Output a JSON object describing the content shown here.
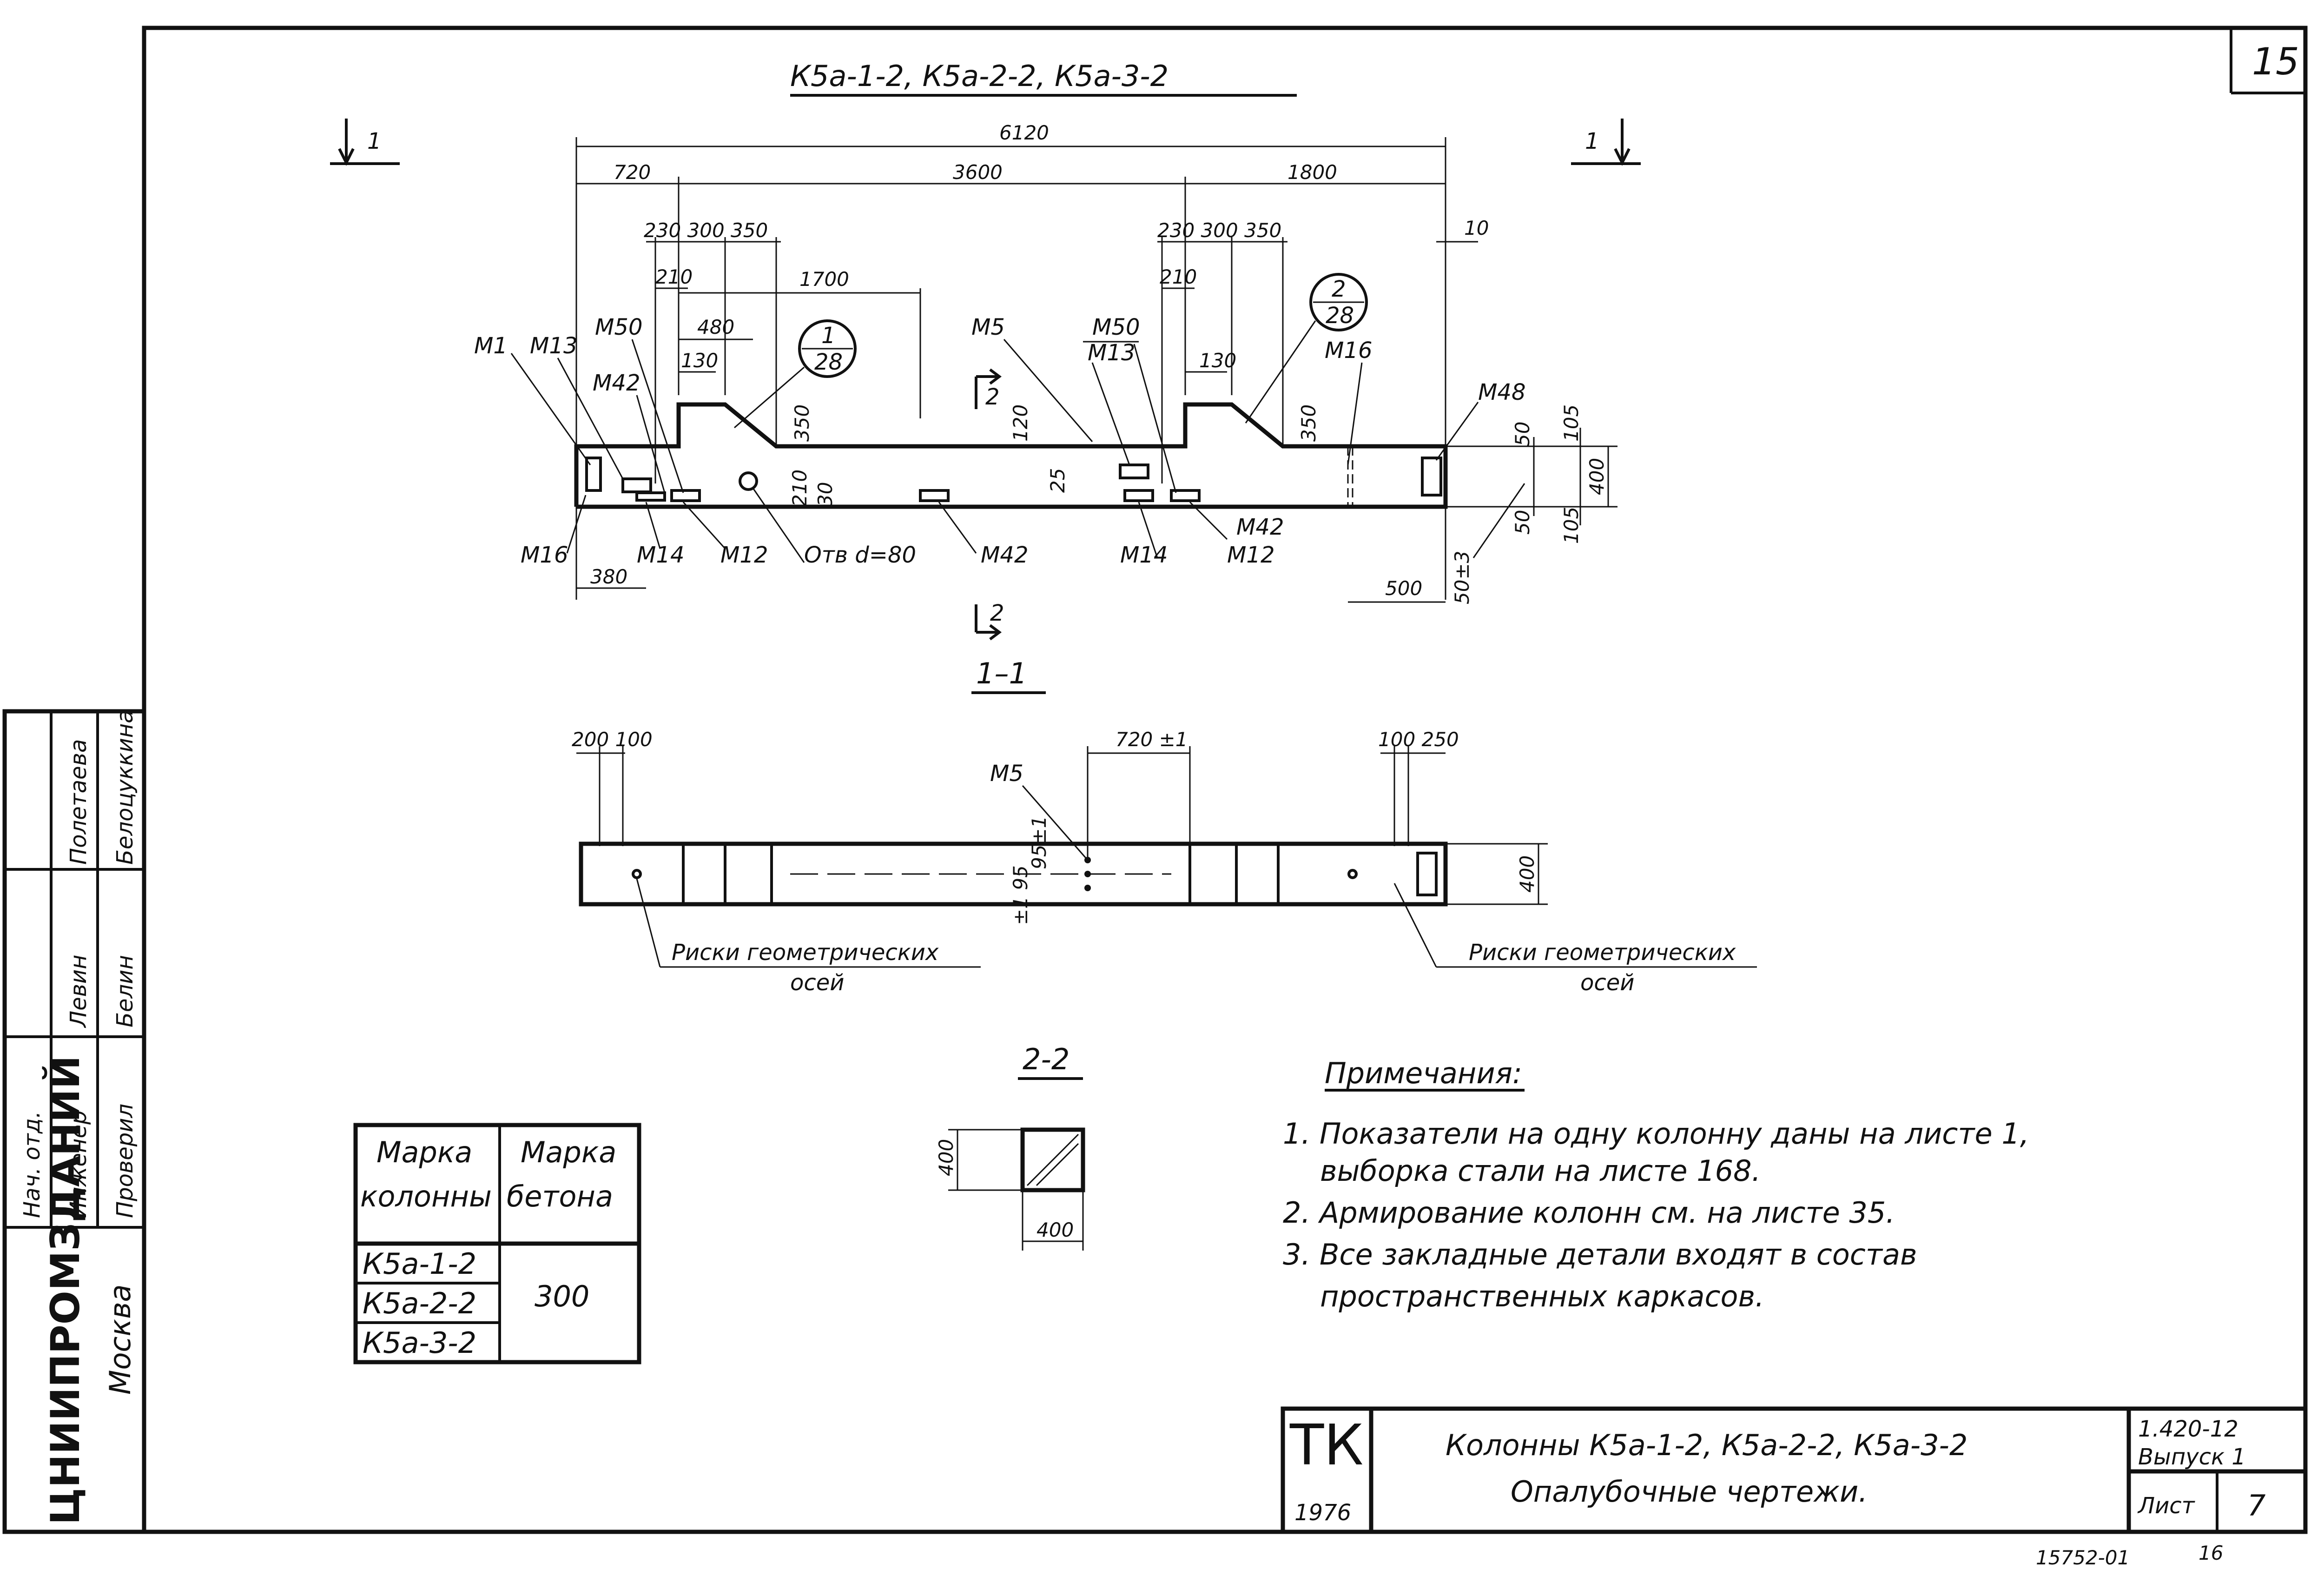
{
  "sheet": {
    "corner_number": "15",
    "bottom_code": "15752-01",
    "bottom_page": "16"
  },
  "drawing": {
    "header": "К5а-1-2, К5а-2-2, К5а-3-2",
    "section_marker_1": "1",
    "section_marker_2": "2",
    "dims": {
      "total": "6120",
      "d720": "720",
      "d3600": "3600",
      "d1800": "1800",
      "d230_300_350_l": "230 300 350",
      "d230_300_350_r": "230 300 350",
      "d10": "10",
      "d210_l": "210",
      "d210_r": "210",
      "d1700": "1700",
      "d480": "480",
      "d130_l": "130",
      "d130_r": "130",
      "d350_l": "350",
      "d350_r": "350",
      "d120": "120",
      "d210_b": "210",
      "d30": "30",
      "d25": "25",
      "d50_a": "50",
      "d50_b": "50",
      "d105_a": "105",
      "d105_b": "105",
      "d400": "400",
      "d380": "380",
      "d500": "500",
      "d50pm3": "50±3"
    },
    "labels": {
      "M1": "М1",
      "M13": "М13",
      "M50_l": "М50",
      "M42_l": "М42",
      "M16_l": "М16",
      "M14_l": "М14",
      "M12_l": "М12",
      "otv": "Отв d=80",
      "M42_b": "М42",
      "M5": "М5",
      "M50_r": "М50",
      "M13_r": "М13",
      "M14_r": "М14",
      "M42_r": "М42",
      "M12_r": "М12",
      "M16_r": "М16",
      "M48": "М48",
      "callout1_top": "1",
      "callout1_bot": "28",
      "callout2_top": "2",
      "callout2_bot": "28"
    }
  },
  "section11": {
    "title": "1–1",
    "d200_100": "200 100",
    "d720pm1": "720 ±1",
    "d100_250": "100 250",
    "M5": "М5",
    "d95pm1_a": "95±1",
    "d95pm1_b": "±1 95",
    "d400": "400",
    "risk_line1_l": "Риски геометрических",
    "risk_line2_l": "осей",
    "risk_line1_r": "Риски геометрических",
    "risk_line2_r": "осей"
  },
  "section22": {
    "title": "2-2",
    "d400_v": "400",
    "d400_h": "400"
  },
  "table": {
    "headers": [
      "Марка колонны",
      "Марка бетона"
    ],
    "header_lines": [
      [
        "Марка",
        "колонны"
      ],
      [
        "Марка",
        "бетона"
      ]
    ],
    "rows": [
      "К5а-1-2",
      "К5а-2-2",
      "К5а-3-2"
    ],
    "concrete": "300"
  },
  "notes": {
    "title": "Примечания:",
    "lines": [
      "1. Показатели на одну колонну даны на листе 1,",
      "выборка стали на листе 168.",
      "2. Армирование колонн см. на листе 35.",
      "3. Все закладные детали входят в состав",
      "пространственных каркасов."
    ]
  },
  "side_stamp": {
    "org": "ЦНИИПРОМЗДАНИЙ",
    "city": "Москва",
    "roles": [
      "Нач. отд.",
      "Инженер",
      "Проверил"
    ],
    "names": [
      "Полетаева",
      "Белоцуккина"
    ],
    "signatures": [
      "Левин",
      "Белин"
    ]
  },
  "title_block": {
    "tk": "ТК",
    "year": "1976",
    "title_line1": "Колонны К5а-1-2, К5а-2-2, К5а-3-2",
    "title_line2": "Опалубочные чертежи.",
    "series": "1.420-12",
    "issue": "Выпуск 1",
    "sheet_label": "Лист",
    "sheet_no": "7"
  }
}
